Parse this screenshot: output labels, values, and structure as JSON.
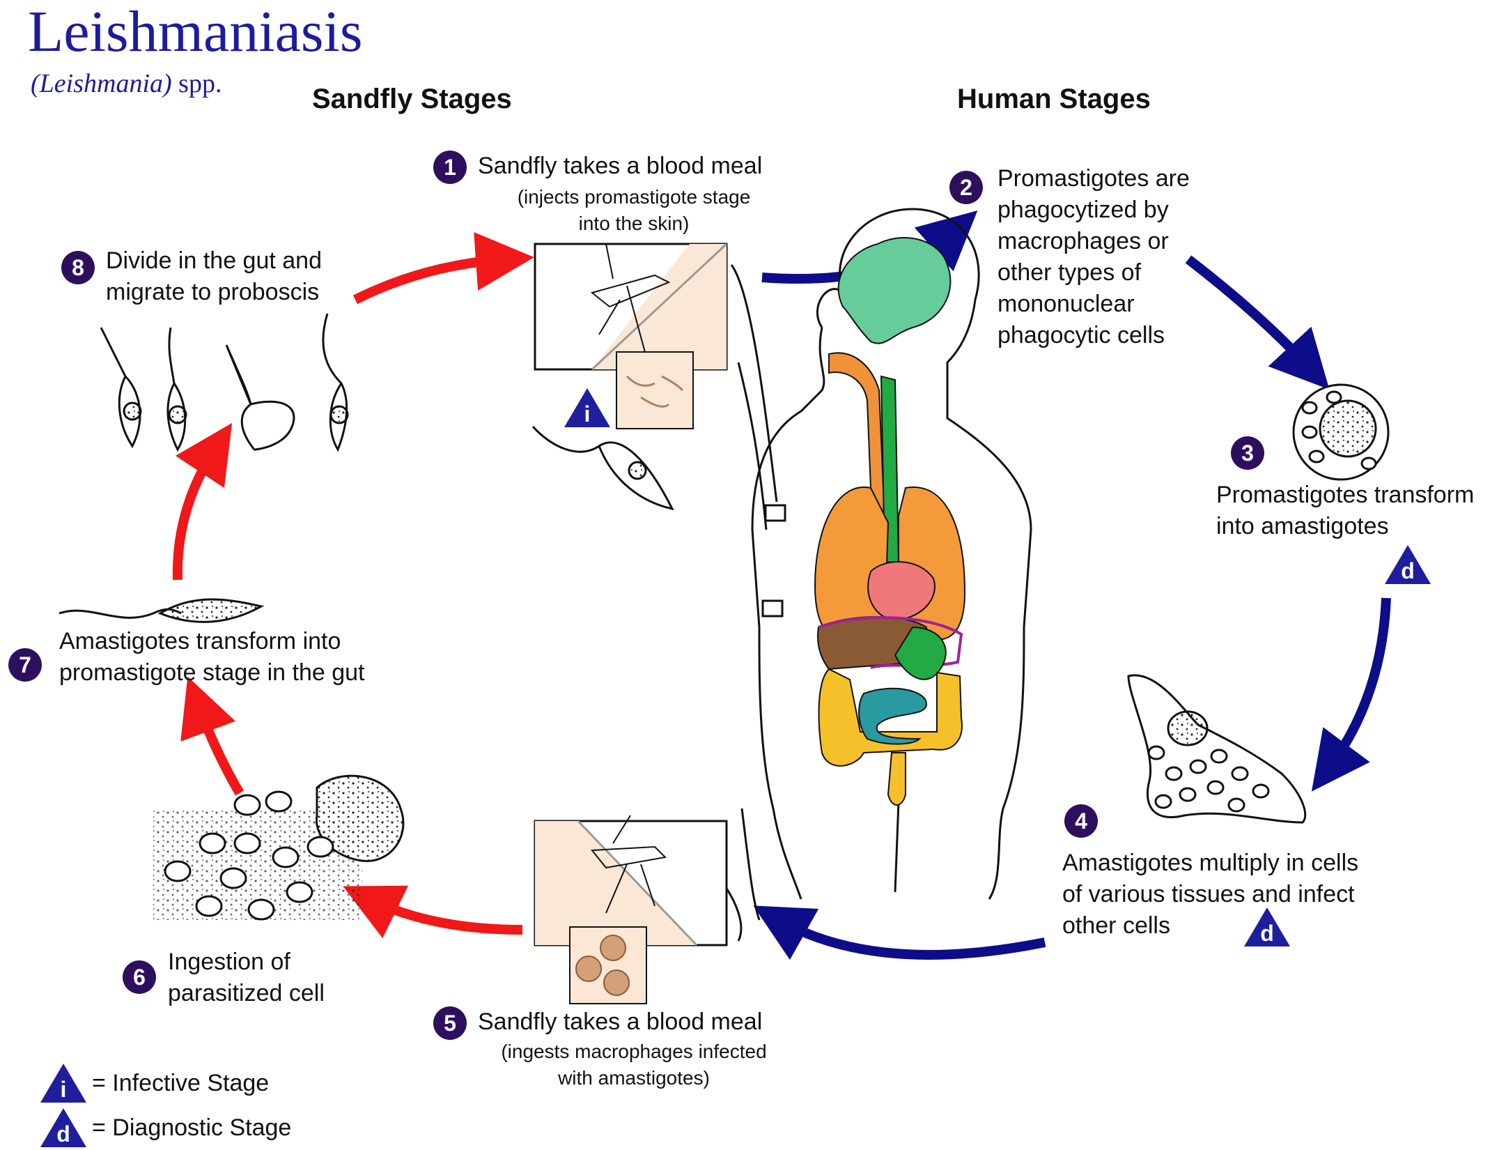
{
  "header": {
    "title": "Leishmaniasis",
    "subtitle_italic": "(Leishmania)",
    "subtitle_roman": "spp."
  },
  "columns": {
    "sandfly": "Sandfly Stages",
    "human": "Human Stages"
  },
  "steps": [
    {
      "number": "1",
      "lines": [
        "Sandfly takes a blood meal"
      ],
      "sub": [
        "(injects promastigote stage",
        "into the skin)"
      ]
    },
    {
      "number": "2",
      "lines": [
        "Promastigotes are",
        "phagocytized by",
        "macrophages or",
        "other types of",
        "mononuclear",
        "phagocytic cells"
      ]
    },
    {
      "number": "3",
      "lines": [
        "Promastigotes transform",
        "into amastigotes"
      ]
    },
    {
      "number": "4",
      "lines": [
        "Amastigotes multiply in cells",
        "of various tissues and infect",
        "other cells"
      ]
    },
    {
      "number": "5",
      "lines": [
        "Sandfly takes a blood meal"
      ],
      "sub": [
        "(ingests macrophages infected",
        "with amastigotes)"
      ]
    },
    {
      "number": "6",
      "lines": [
        "Ingestion of",
        "parasitized cell"
      ]
    },
    {
      "number": "7",
      "lines": [
        "Amastigotes transform into",
        "promastigote stage in the gut"
      ]
    },
    {
      "number": "8",
      "lines": [
        "Divide in the gut and",
        "migrate to proboscis"
      ]
    }
  ],
  "stage_markers": {
    "infective_letter": "i",
    "diagnostic_letter": "d"
  },
  "legend": {
    "infective_letter": "i",
    "infective_label": "= Infective Stage",
    "diagnostic_letter": "d",
    "diagnostic_label": "= Diagnostic Stage"
  },
  "colors": {
    "title": "#1c1c9c",
    "badge": "#2e0f5e",
    "human_arrow": "#0d0d8a",
    "sandfly_arrow": "#f01818",
    "marker": "#1e1e9e",
    "skin_panel": "#fbe7d6",
    "brain": "#66cc99",
    "esophagus": "#f0923a",
    "lungs": "#f49a3a",
    "heart": "#f07878",
    "liver": "#8a5a34",
    "stomach": "#22aa44",
    "intestine_small": "#2a9aa0",
    "intestine_large": "#f6c02a",
    "spleen_outline": "#a020a0"
  }
}
